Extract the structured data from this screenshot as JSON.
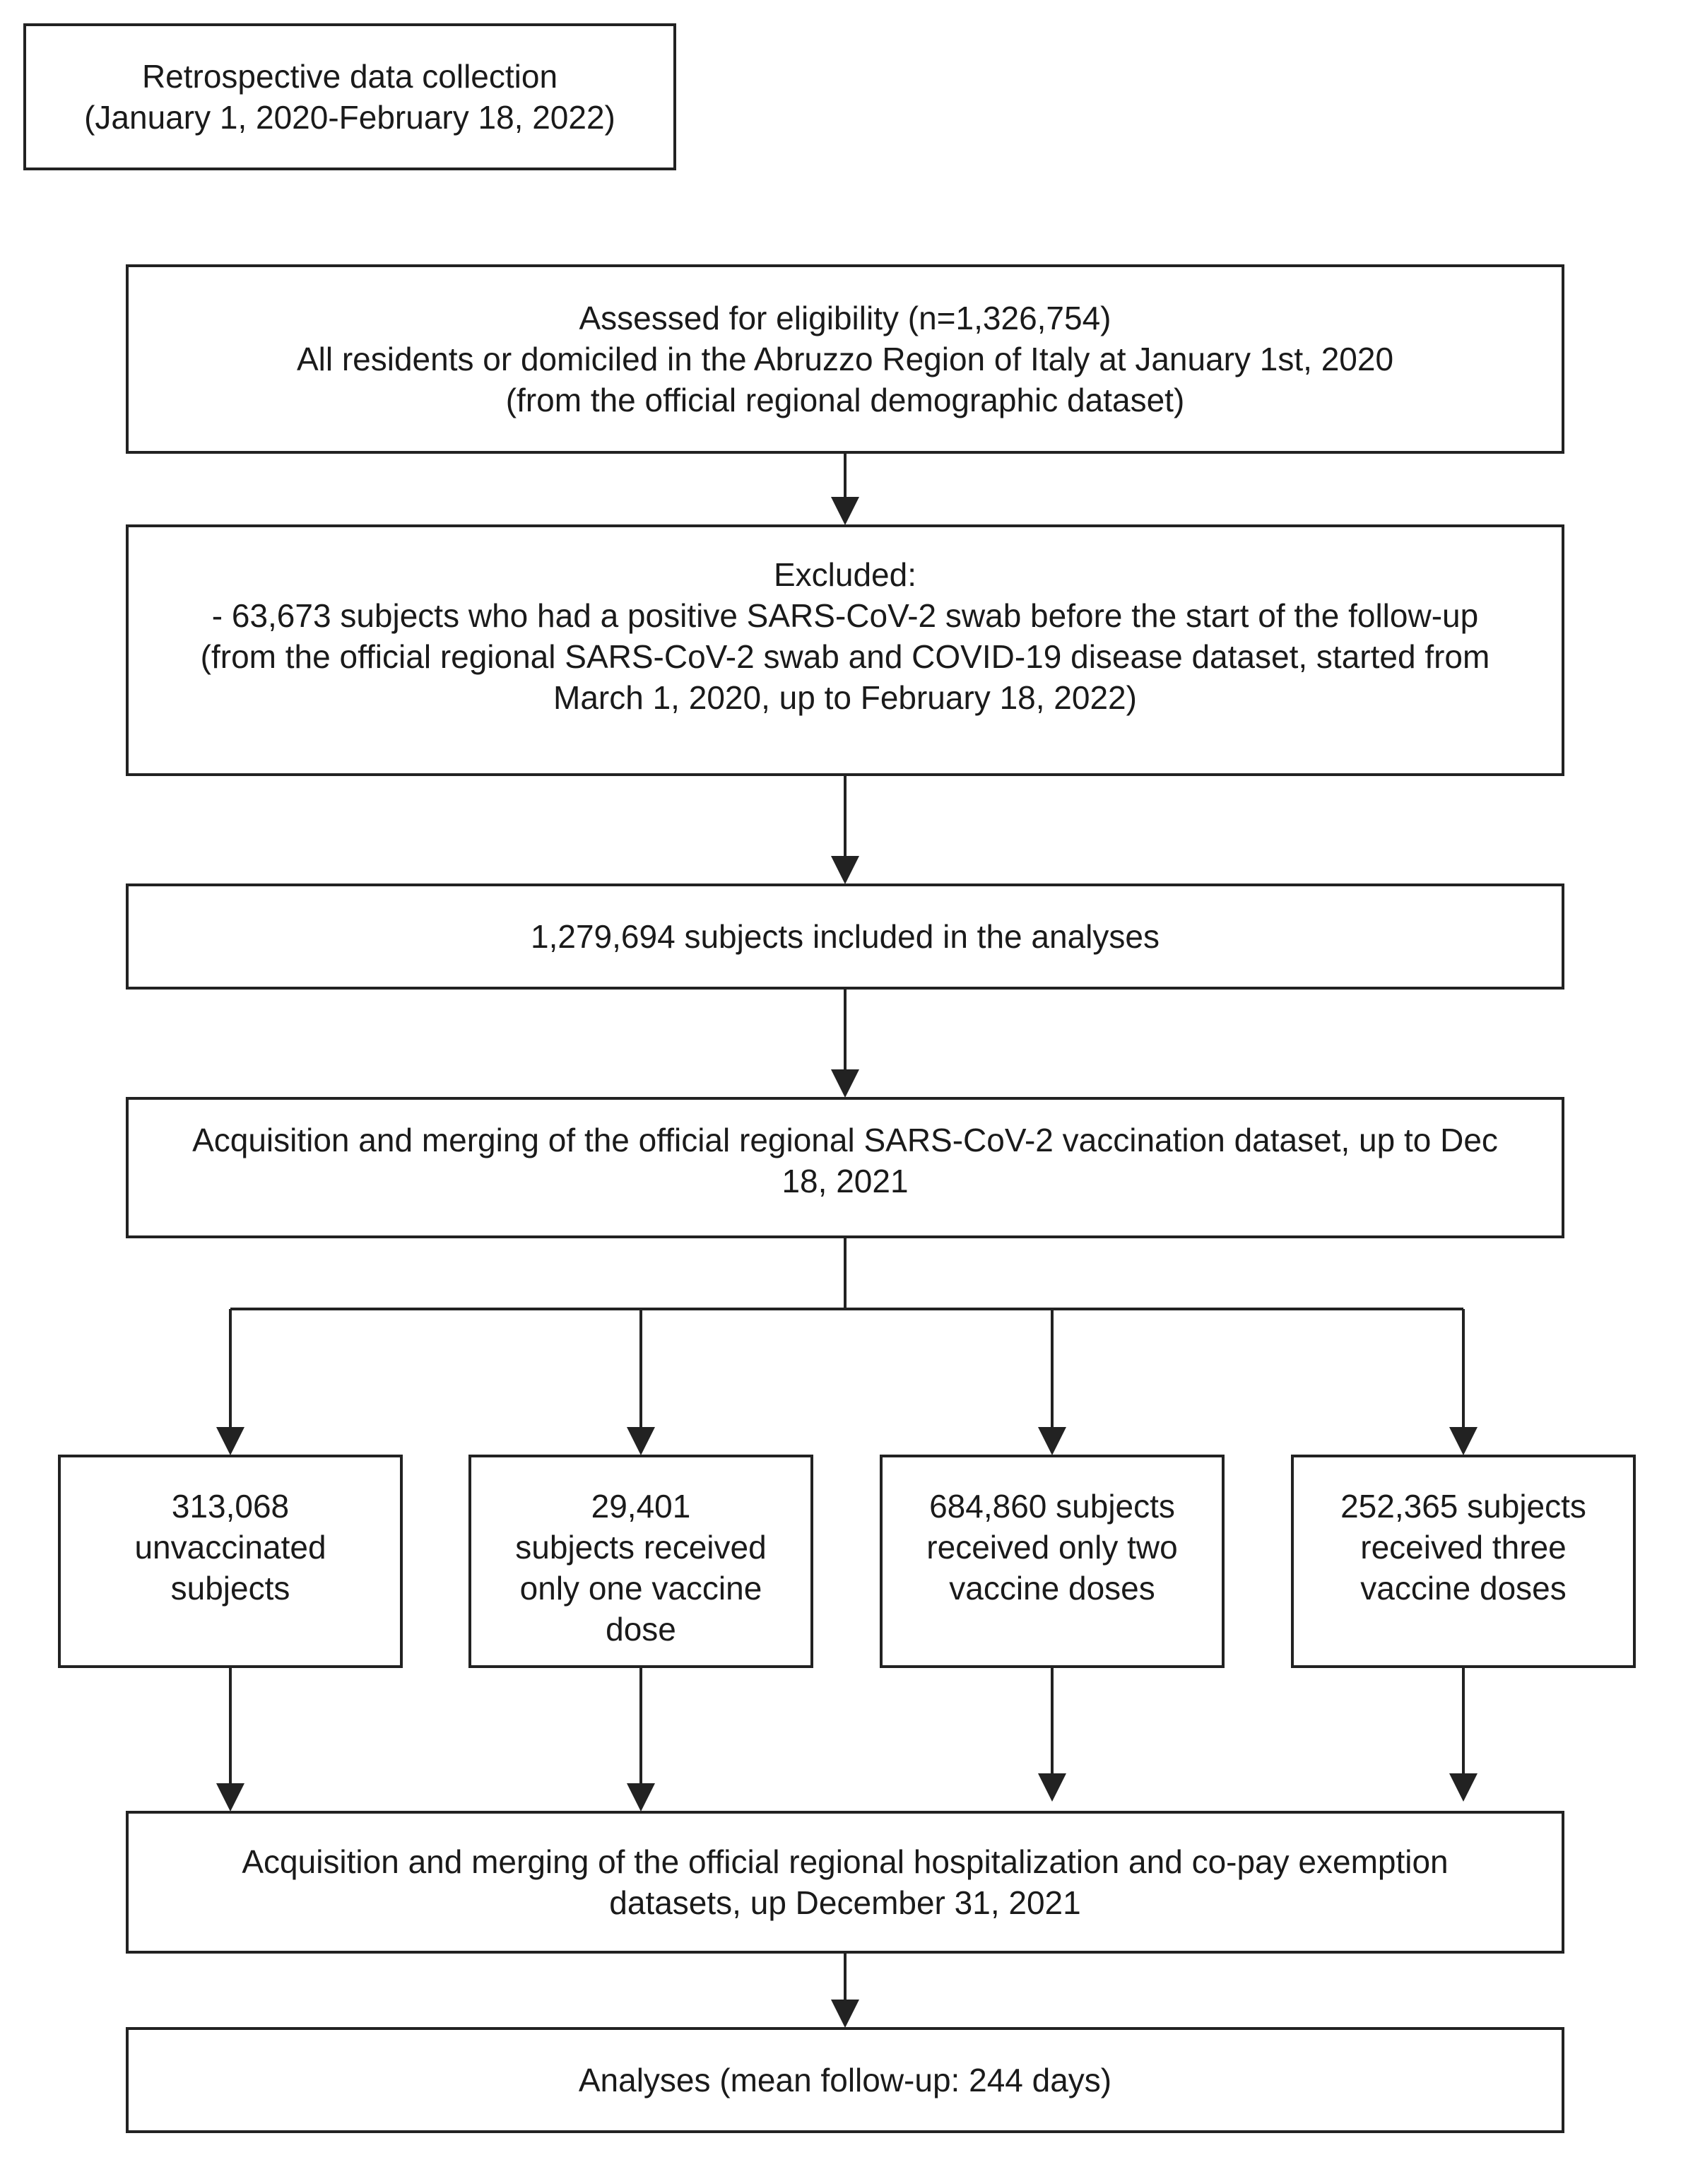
{
  "retrospective": {
    "lines": [
      "Retrospective data collection",
      "(January 1, 2020-February 18, 2022)"
    ]
  },
  "assessed": {
    "lines": [
      "Assessed for eligibility (n=1,326,754)",
      "All residents or domiciled in the Abruzzo Region of Italy at January 1st, 2020",
      "(from the official regional demographic dataset)"
    ]
  },
  "excluded": {
    "lines": [
      "Excluded:",
      "- 63,673 subjects who had a positive SARS-CoV-2 swab before the start of the follow-up",
      "(from the official regional SARS-CoV-2 swab and COVID-19 disease dataset, started from",
      "March 1, 2020, up to February 18, 2022)"
    ]
  },
  "included": {
    "lines": [
      "1,279,694 subjects included in the analyses"
    ]
  },
  "vaccination": {
    "lines": [
      "Acquisition and merging of the official regional SARS-CoV-2 vaccination dataset, up to Dec",
      "18, 2021"
    ]
  },
  "groups": [
    {
      "lines": [
        "313,068",
        "unvaccinated",
        "subjects"
      ]
    },
    {
      "lines": [
        "29,401",
        "subjects received",
        "only one vaccine",
        "dose"
      ]
    },
    {
      "lines": [
        "684,860 subjects",
        "received only two",
        "vaccine doses"
      ]
    },
    {
      "lines": [
        "252,365 subjects",
        "received three",
        "vaccine doses"
      ]
    }
  ],
  "hospitalization": {
    "lines": [
      "Acquisition and merging of the official regional hospitalization and co-pay exemption",
      "datasets, up December 31, 2021"
    ]
  },
  "analyses": {
    "lines": [
      "Analyses (mean follow-up: 244 days)"
    ]
  }
}
